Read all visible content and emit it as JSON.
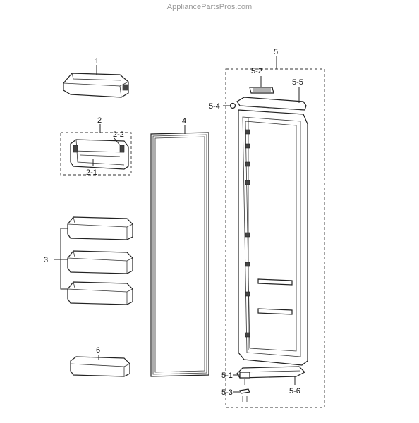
{
  "watermark": "AppliancePartsPros.com",
  "callouts": {
    "c1": "1",
    "c2": "2",
    "c2_1": "2-1",
    "c2_2": "2-2",
    "c3": "3",
    "c4": "4",
    "c5": "5",
    "c5_1": "5-1",
    "c5_2": "5-2",
    "c5_3": "5-3",
    "c5_4": "5-4",
    "c5_5": "5-5",
    "c5_6": "5-6",
    "c6": "6"
  }
}
